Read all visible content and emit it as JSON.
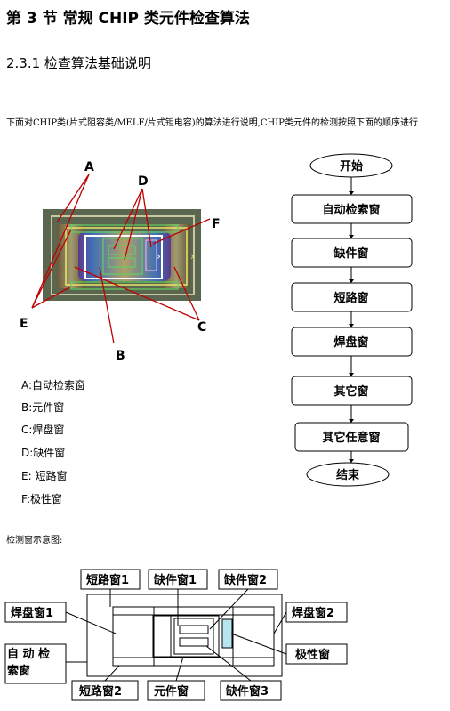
{
  "section_title": "第 3 节 常规 CHIP 类元件检查算法",
  "subsection_title": "2.3.1 检查算法基础说明",
  "intro": "下面对CHIP类(片式阻容类/MELF/片式钽电容)的算法进行说明,CHIP类元件的检测按照下面的顺序进行",
  "photo_labels": {
    "a": "A",
    "b": "B",
    "c": "C",
    "d": "D",
    "e": "E",
    "f": "F"
  },
  "legend": [
    "A:自动检索窗",
    "B:元件窗",
    "C:焊盘窗",
    "D:缺件窗",
    "E: 短路窗",
    "F:极性窗"
  ],
  "flow": {
    "start": "开始",
    "steps": [
      "自动检索窗",
      "缺件窗",
      "短路窗",
      "焊盘窗",
      "其它窗",
      "其它任意窗"
    ],
    "end": "结束"
  },
  "diagram_caption": "检测窗示意图:",
  "diagram_labels": {
    "short1": "短路窗1",
    "miss1": "缺件窗1",
    "miss2": "缺件窗2",
    "pad1": "焊盘窗1",
    "pad2": "焊盘窗2",
    "auto": "自 动 检 索窗",
    "polarity": "极性窗",
    "short2": "短路窗2",
    "comp": "元件窗",
    "miss3": "缺件窗3"
  }
}
